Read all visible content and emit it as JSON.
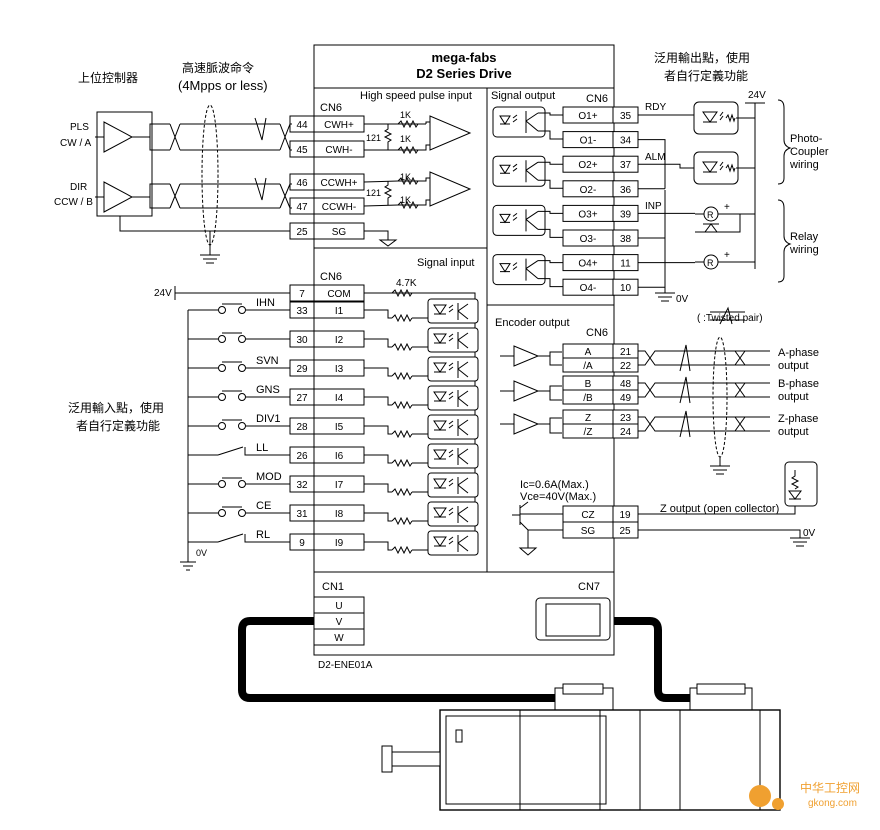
{
  "title": {
    "brand": "mega-fabs",
    "series": "D2 Series Drive"
  },
  "host": {
    "label": "上位控制器",
    "pulse_label": "高速脈波命令",
    "pulse_rate": "(4Mpps or less)",
    "pls_line1": "PLS",
    "pls_line2": "CW / A",
    "dir_line1": "DIR",
    "dir_line2": "CCW / B"
  },
  "sections": {
    "hs_pulse_input": "High speed pulse input",
    "signal_output": "Signal output",
    "signal_input": "Signal input",
    "encoder_output": "Encoder output"
  },
  "connectors": {
    "cn6": "CN6",
    "cn1": "CN1",
    "cn7": "CN7",
    "model": "D2-ENE01A"
  },
  "pulse_pins": [
    {
      "pin": "44",
      "name": "CWH+"
    },
    {
      "pin": "45",
      "name": "CWH-"
    },
    {
      "pin": "46",
      "name": "CCWH+"
    },
    {
      "pin": "47",
      "name": "CCWH-"
    },
    {
      "pin": "25",
      "name": "SG"
    }
  ],
  "resistors": {
    "r1k": "1K",
    "r121": "121",
    "r47k": "4.7K"
  },
  "input_header": {
    "pin": "7",
    "name": "COM",
    "supply": "24V"
  },
  "inputs": [
    {
      "pin": "33",
      "name": "I1",
      "label": "IHN"
    },
    {
      "pin": "30",
      "name": "I2",
      "label": ""
    },
    {
      "pin": "29",
      "name": "I3",
      "label": "SVN"
    },
    {
      "pin": "27",
      "name": "I4",
      "label": "GNS"
    },
    {
      "pin": "28",
      "name": "I5",
      "label": "DIV1"
    },
    {
      "pin": "26",
      "name": "I6",
      "label": "LL"
    },
    {
      "pin": "32",
      "name": "I7",
      "label": "MOD"
    },
    {
      "pin": "31",
      "name": "I8",
      "label": "CE"
    },
    {
      "pin": "9",
      "name": "I9",
      "label": "RL"
    }
  ],
  "input_note": {
    "line1": "泛用輸入點，使用",
    "line2": "者自行定義功能",
    "ground": "0V"
  },
  "outputs": [
    {
      "name": "O1+",
      "pin": "35"
    },
    {
      "name": "O1-",
      "pin": "34"
    },
    {
      "name": "O2+",
      "pin": "37"
    },
    {
      "name": "O2-",
      "pin": "36"
    },
    {
      "name": "O3+",
      "pin": "39"
    },
    {
      "name": "O3-",
      "pin": "38"
    },
    {
      "name": "O4+",
      "pin": "11"
    },
    {
      "name": "O4-",
      "pin": "10"
    }
  ],
  "output_tags": {
    "rdy": "RDY",
    "alm": "ALM",
    "inp": "INP",
    "v24": "24V",
    "v0": "0V"
  },
  "output_note": {
    "line1": "泛用輸出點，使用",
    "line2": "者自行定義功能",
    "photo1": "Photo-",
    "photo2": "Coupler",
    "photo3": "wiring",
    "relay1": "Relay",
    "relay2": "wiring",
    "relay_r": "R"
  },
  "twisted": "( :Twisted pair)",
  "encoder": [
    {
      "name": "A",
      "pin": "21"
    },
    {
      "name": "/A",
      "pin": "22"
    },
    {
      "name": "B",
      "pin": "48"
    },
    {
      "name": "/B",
      "pin": "49"
    },
    {
      "name": "Z",
      "pin": "23"
    },
    {
      "name": "/Z",
      "pin": "24"
    }
  ],
  "phase_out": {
    "a1": "A-phase",
    "a2": "output",
    "b1": "B-phase",
    "b2": "output",
    "z1": "Z-phase",
    "z2": "output"
  },
  "z_out": {
    "ic": "Ic=0.6A(Max.)",
    "vce": "Vce=40V(Max.)",
    "label": "Z output (open collector)",
    "cz_name": "CZ",
    "cz_pin": "19",
    "sg_name": "SG",
    "sg_pin": "25",
    "v0": "0V"
  },
  "motor_terms": [
    "U",
    "V",
    "W"
  ],
  "watermark": {
    "cn": "中华工控网",
    "url": "gkong.com"
  }
}
